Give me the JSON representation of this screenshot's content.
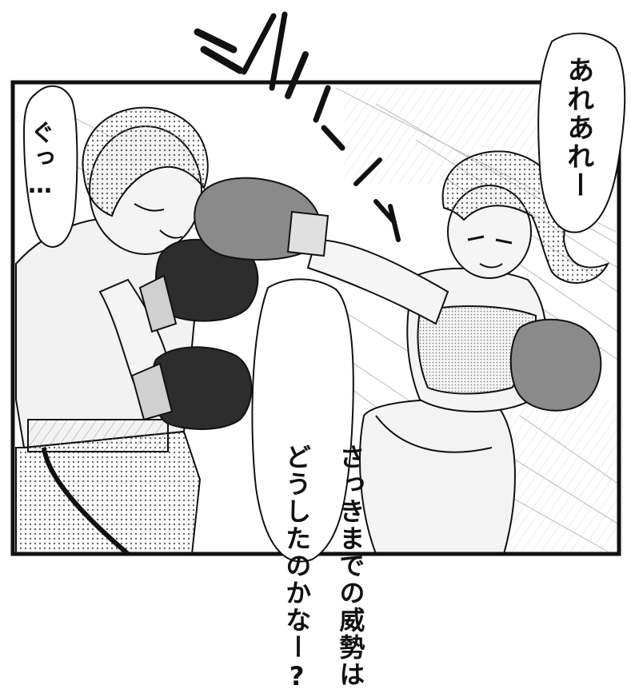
{
  "panel": {
    "speech_right_top": "あれあれー",
    "speech_left": "ぐっ…",
    "speech_center_lines": [
      "さっきまでの威勢は",
      "どうしたのかなー?"
    ]
  },
  "colors": {
    "ink": "#111111",
    "paper": "#ffffff",
    "tone": "#9a9a9a",
    "glove_dark": "#2d2d2d",
    "glove_light": "#8a8a8a"
  },
  "icons": [
    "impact-lines-icon",
    "motion-lines-icon",
    "speech-bubble-icon"
  ]
}
